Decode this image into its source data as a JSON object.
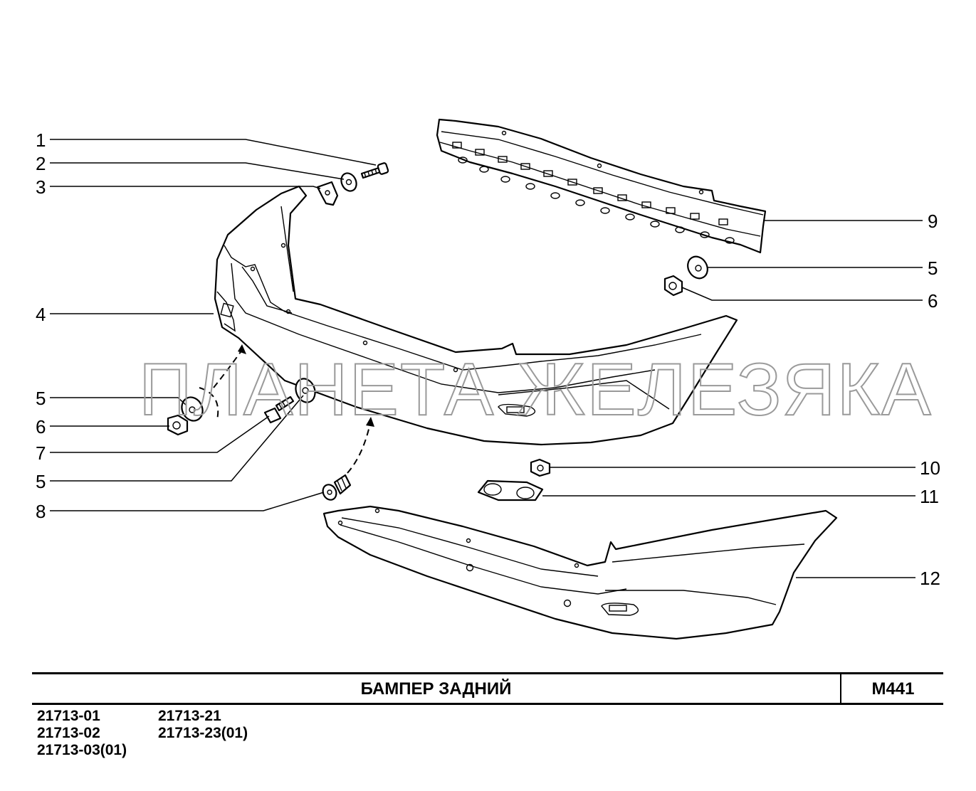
{
  "title": "БАМПЕР   ЗАДНИЙ",
  "code": "M441",
  "watermark": "ПЛАНЕТА ЖЕЛЕЗЯКА",
  "models": {
    "col1": [
      "21713-01",
      "21713-02",
      "21713-03(01)"
    ],
    "col2": [
      "21713-21",
      "21713-23(01)"
    ]
  },
  "callouts": {
    "c1": "1",
    "c2": "2",
    "c3": "3",
    "c4": "4",
    "c5a": "5",
    "c6a": "6",
    "c7": "7",
    "c5b": "5",
    "c8": "8",
    "c9": "9",
    "c5c": "5",
    "c6b": "6",
    "c10": "10",
    "c11": "11",
    "c12": "12"
  }
}
